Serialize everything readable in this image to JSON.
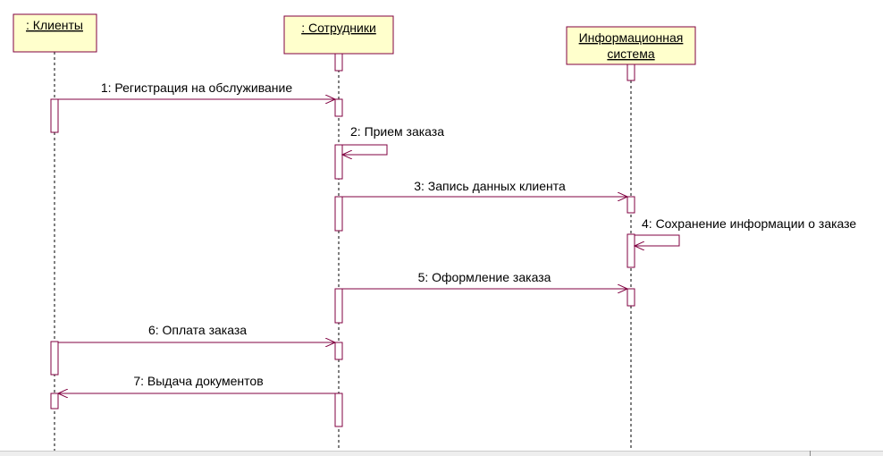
{
  "diagram": {
    "type": "sequence",
    "objects": {
      "clients": ": Клиенты",
      "employees": ": Сотрудники",
      "system_line1": "Информационная",
      "system_line2": "система"
    },
    "messages": {
      "m1": "1: Регистрация на обслуживание",
      "m2": "2: Прием заказа",
      "m3": "3: Запись данных клиента",
      "m4": "4: Сохранение информации о заказе",
      "m5": "5: Оформление заказа",
      "m6": "6: Оплата заказа",
      "m7": "7: Выдача документов"
    },
    "colors": {
      "object_fill": "#ffffcc",
      "line": "#800040"
    }
  }
}
